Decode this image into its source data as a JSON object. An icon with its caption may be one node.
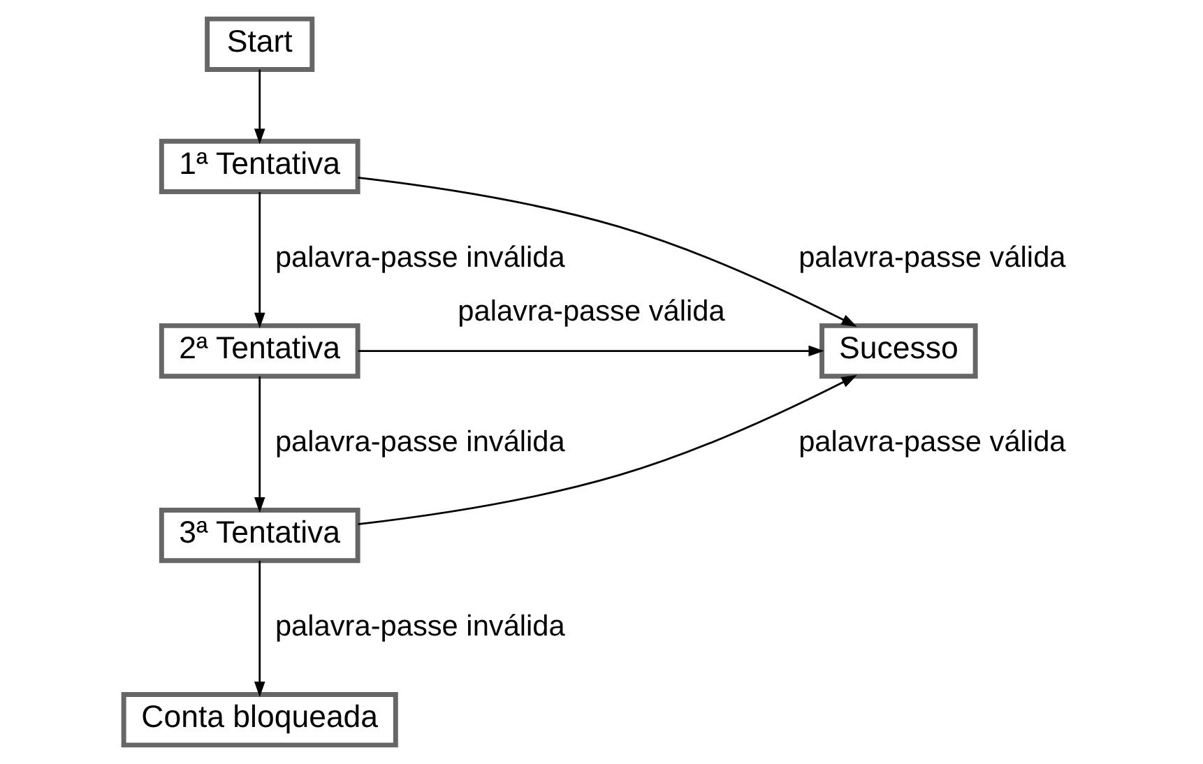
{
  "diagram": {
    "nodes": [
      {
        "text": [
          "Start"
        ]
      },
      {
        "text": [
          "1ª Tentativa"
        ]
      },
      {
        "text": [
          "2ª Tentativa"
        ]
      },
      {
        "text": [
          "3ª Tentativa"
        ]
      },
      {
        "text": [
          "Conta bloqueada"
        ]
      },
      {
        "text": [
          "Sucesso"
        ]
      }
    ],
    "edges": [
      {
        "from": 0,
        "to": 1,
        "arrow": "to"
      },
      {
        "from": 1,
        "to": 2,
        "arrow": "to",
        "label": "palavra-passe inválida"
      },
      {
        "from": 2,
        "to": 3,
        "arrow": "to",
        "label": "palavra-passe inválida"
      },
      {
        "from": 3,
        "to": 4,
        "arrow": "to",
        "label": "palavra-passe inválida"
      },
      {
        "from": 1,
        "to": 5,
        "arrow": "to",
        "label": "palavra-passe válida"
      },
      {
        "from": 2,
        "to": 5,
        "arrow": "to",
        "label": "palavra-passe válida"
      },
      {
        "from": 3,
        "to": 5,
        "arrow": "to",
        "label": "palavra-passe válida"
      }
    ]
  }
}
